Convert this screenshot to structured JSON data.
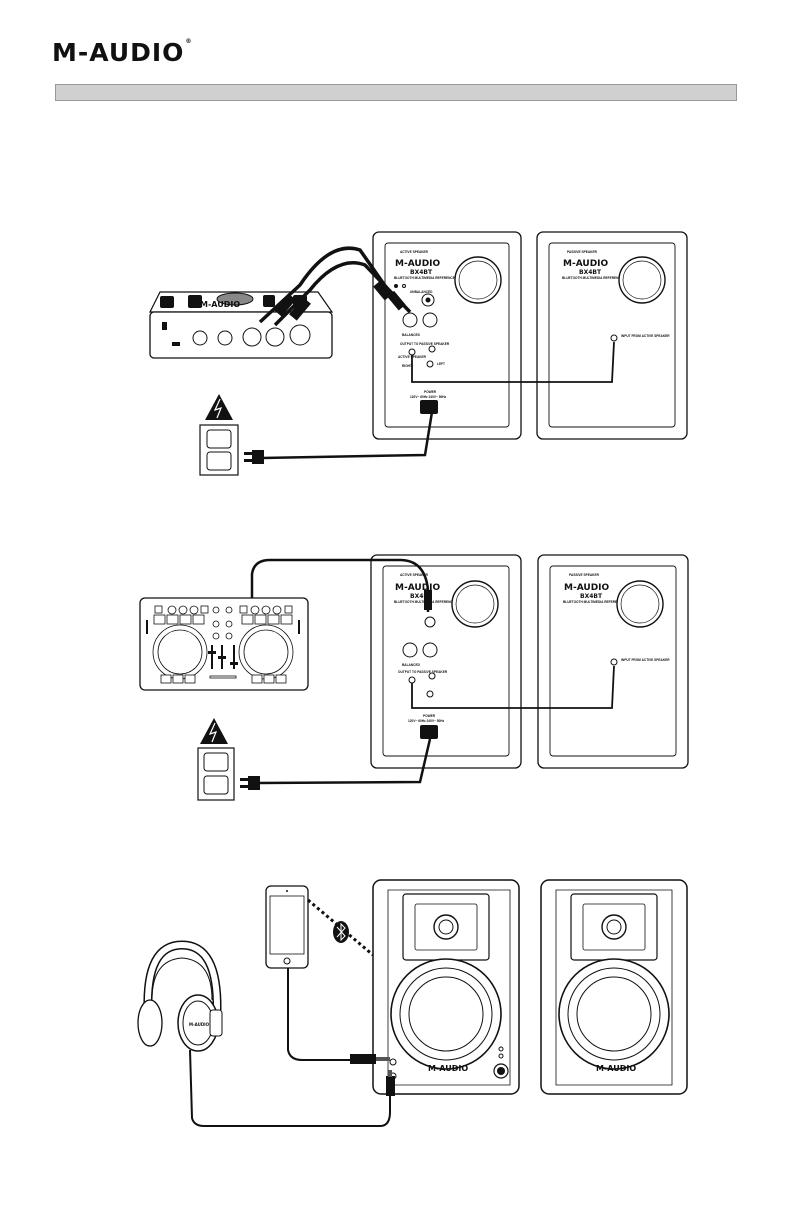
{
  "header": {
    "logo_text": "M-AUDIO",
    "logo_mark": "®"
  },
  "brand": "M-AUDIO",
  "model": "BX4BT",
  "model_subtitle": "BLUETOOTH MULTIMEDIA REFERENCE MONITOR",
  "speaker_labels": {
    "active": "ACTIVE SPEAKER",
    "passive": "PASSIVE SPEAKER"
  },
  "panel_labels": {
    "unbalanced": "UNBALANCED",
    "balanced": "BALANCED",
    "output_to_passive": "OUTPUT TO PASSIVE SPEAKER",
    "input_from_active": "INPUT FROM ACTIVE SPEAKER",
    "active_speaker_switch": "ACTIVE SPEAKER",
    "left": "LEFT",
    "right": "RIGHT",
    "power": "POWER"
  },
  "power_rating": "120V~ 60Hz  240V~ 50Hz",
  "interface_logo": "M-AUDIO",
  "headphone_logo": "M-AUDIO"
}
